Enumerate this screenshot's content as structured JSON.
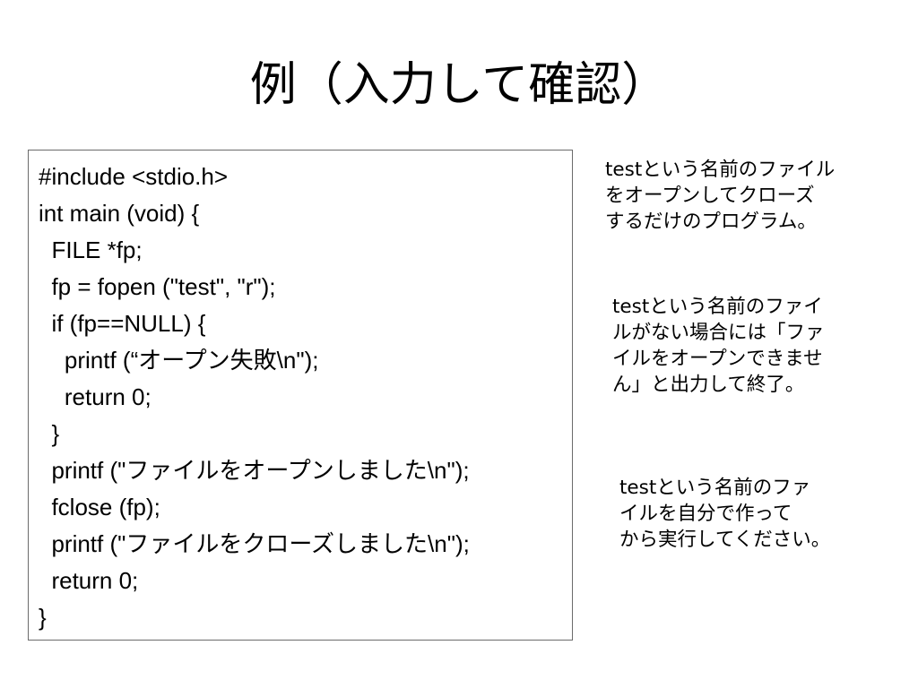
{
  "slide": {
    "title": "例（入力して確認）",
    "code_lines": [
      "#include <stdio.h>",
      "int main (void) {",
      "  FILE *fp;",
      "  fp = fopen (\"test\", \"r\");",
      "  if (fp==NULL) {",
      "    printf (“オープン失敗\\n\");",
      "    return 0;",
      "  }",
      "  printf (\"ファイルをオープンしました\\n\");",
      "  fclose (fp);",
      "  printf (\"ファイルをクローズしました\\n\");",
      "  return 0;",
      "}"
    ],
    "notes": [
      {
        "lines": [
          "testという名前のファイル",
          "をオープンしてクローズ",
          "するだけのプログラム。"
        ]
      },
      {
        "lines": [
          "testという名前のファイ",
          "ルがない場合には「ファ",
          "イルをオープンできませ",
          "ん」と出力して終了。"
        ]
      },
      {
        "lines": [
          "testという名前のファ",
          "イルを自分で作って",
          "から実行してください。"
        ]
      }
    ]
  }
}
